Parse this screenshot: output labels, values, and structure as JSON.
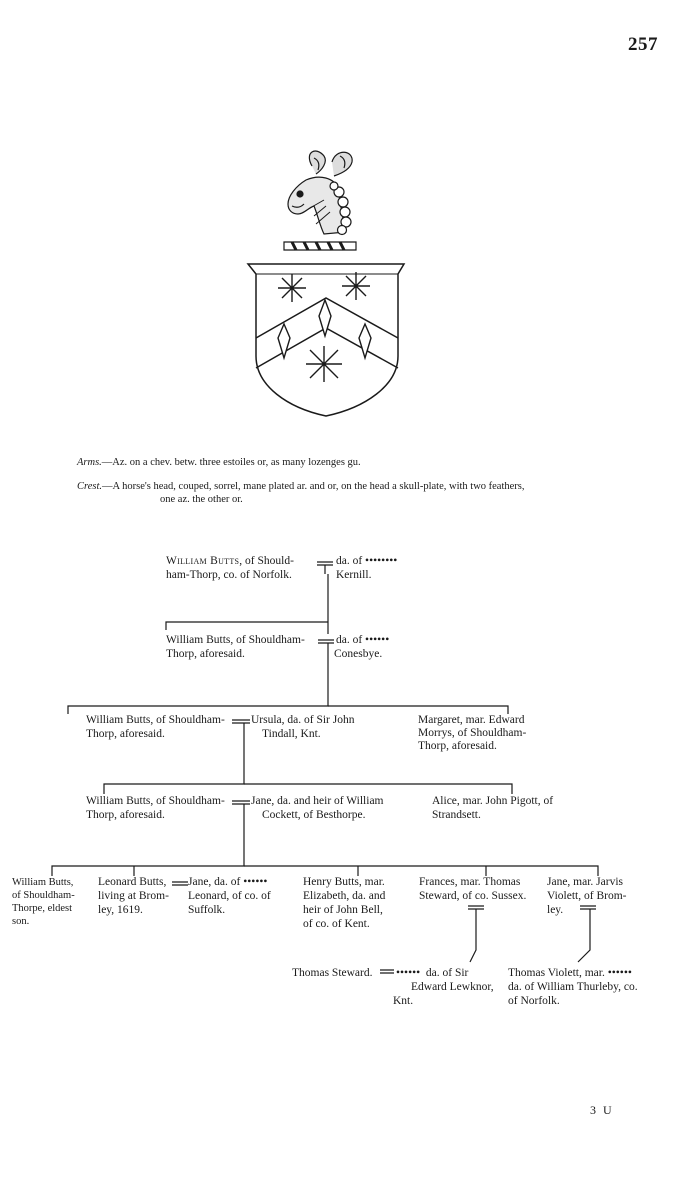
{
  "page": {
    "number": "257",
    "signature": "3 U"
  },
  "arms": {
    "label": "Arms.",
    "text": "—Az. on a chev. betw. three estoiles or, as many lozenges gu."
  },
  "crest": {
    "label": "Crest.",
    "line1": "—A horse's head, couped, sorrel, mane plated ar. and or, on the head a skull-plate, with two feathers,",
    "line2": "one az. the other or."
  },
  "gen1": {
    "husband_name": "William Butts",
    "husband_l1": ", of Should-",
    "husband_l2": "ham-Thorp, co. of Norfolk.",
    "wife_l1": "da. of ••••••••",
    "wife_l2": "Kernill."
  },
  "gen2": {
    "husband_l1": "William Butts, of Shouldham-",
    "husband_l2": "Thorp, aforesaid.",
    "wife_l1": "da. of ••••••",
    "wife_l2": "Conesbye."
  },
  "gen3": {
    "husband_l1": "William Butts, of Shouldham-",
    "husband_l2": "Thorp, aforesaid.",
    "wife_l1": "Ursula, da. of Sir John",
    "wife_l2": "Tindall, Knt.",
    "sister": [
      "Margaret, mar. Edward",
      "Morrys, of Shouldham-",
      "Thorp, aforesaid."
    ]
  },
  "gen4": {
    "husband_l1": "William Butts, of Shouldham-",
    "husband_l2": "Thorp, aforesaid.",
    "wife_l1": "Jane, da. and heir of William",
    "wife_l2": "Cockett, of Besthorpe.",
    "sister": [
      "Alice, mar. John Pigott, of",
      "Strandsett."
    ]
  },
  "gen5": {
    "eldest": [
      "William Butts,",
      "of Shouldham-",
      "Thorpe, eldest",
      "son."
    ],
    "leonard": [
      "Leonard Butts,",
      "living at Brom-",
      "ley, 1619."
    ],
    "leonard_wife": [
      "Jane, da. of ••••••",
      "Leonard, of co. of",
      "Suffolk."
    ],
    "henry": [
      "Henry Butts, mar.",
      "Elizabeth, da. and",
      "heir of John Bell,",
      "of co. of Kent."
    ],
    "frances": [
      "Frances, mar. Thomas",
      "Steward, of co. Sussex."
    ],
    "jane": [
      "Jane, mar. Jarvis",
      "Violett, of Brom-",
      "ley."
    ]
  },
  "gen6": {
    "steward_husband": "Thomas Steward.",
    "steward_wife": [
      "••••••  da. of Sir",
      "Edward Lewknor,",
      "Knt."
    ],
    "violett": [
      "Thomas Violett, mar. ••••••",
      "da. of William Thurleby, co.",
      "of Norfolk."
    ]
  },
  "colors": {
    "ink": "#1a1a1a",
    "paper": "#ffffff"
  },
  "icons": [
    "horse-head-crest-icon",
    "coat-of-arms-shield-icon",
    "estoile-icon",
    "lozenge-icon"
  ]
}
